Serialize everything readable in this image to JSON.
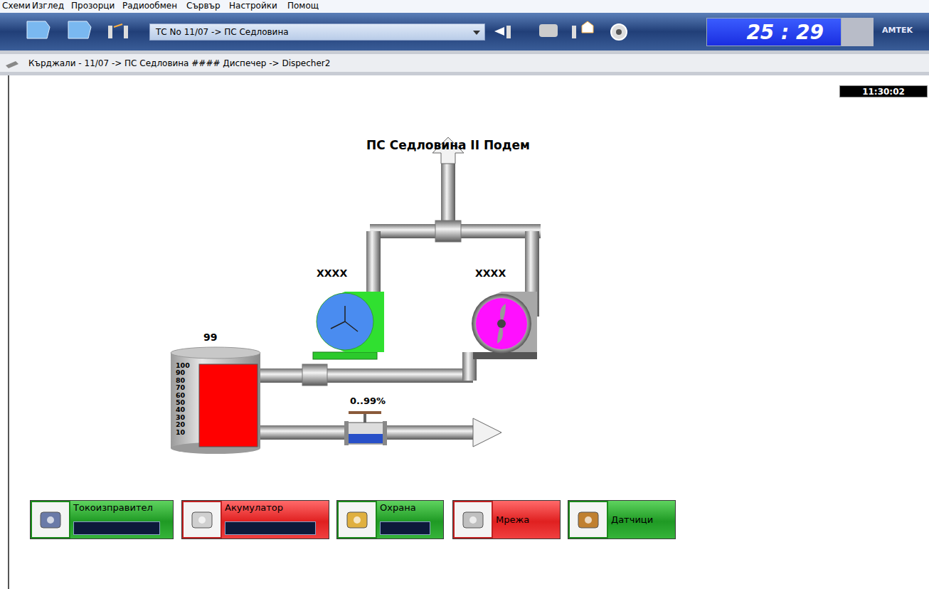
{
  "diagram": {
    "title": "ПС Седловина II Подем",
    "nodes": [
      {
        "text": [
          "ТС No 11/07 -> ПС Седловина"
        ]
      },
      {
        "text": [
          "25 : 29"
        ]
      },
      {
        "text": [
          "11:30:02"
        ]
      },
      {
        "text": [
          "Токоизправител"
        ]
      },
      {
        "text": [
          "Акумулатор"
        ]
      },
      {
        "text": [
          "Охрана"
        ]
      },
      {
        "text": [
          "Мрежа"
        ]
      },
      {
        "text": [
          "Датчици"
        ]
      }
    ],
    "labels": [
      "Схеми",
      "Изглед",
      "Прозорци",
      "Радиообмен",
      "Сървър",
      "Настройки",
      "Помощ",
      "AMTEK",
      "Кърджали - 11/07 -> ПС Седловина #### Диспечер -> Dispecher2",
      "XXXX",
      "XXXX",
      "99",
      "100",
      "90",
      "80",
      "70",
      "60",
      "50",
      "40",
      "30",
      "20",
      "10",
      "0..99%"
    ]
  }
}
